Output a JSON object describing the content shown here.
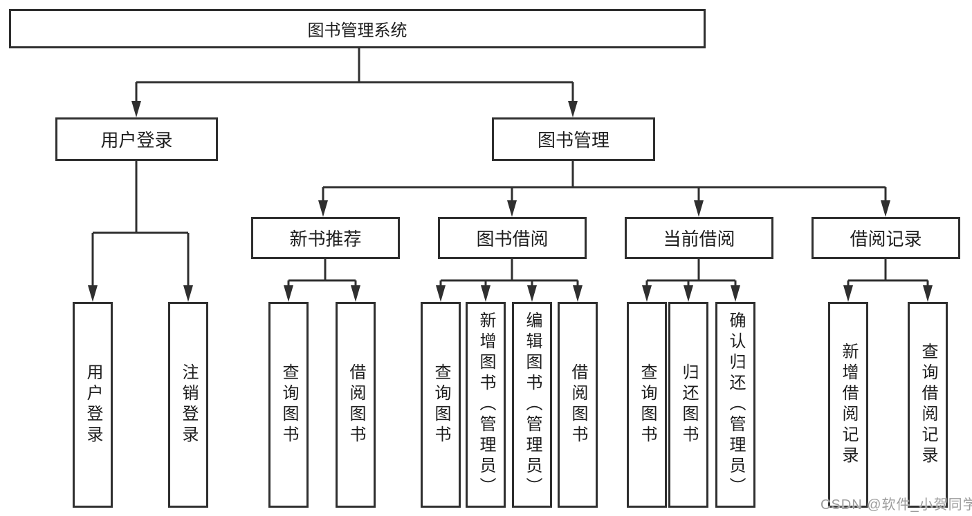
{
  "diagram": {
    "root": {
      "label": "图书管理系统"
    },
    "branches": [
      {
        "label": "用户登录",
        "children": [
          {
            "label": "用户登录"
          },
          {
            "label": "注销登录"
          }
        ]
      },
      {
        "label": "图书管理",
        "children": [
          {
            "label": "新书推荐",
            "children": [
              {
                "label": "查询图书"
              },
              {
                "label": "借阅图书"
              }
            ]
          },
          {
            "label": "图书借阅",
            "children": [
              {
                "label": "查询图书"
              },
              {
                "label": "新增图书（管理员）"
              },
              {
                "label": "编辑图书（管理员）"
              },
              {
                "label": "借阅图书"
              }
            ]
          },
          {
            "label": "当前借阅",
            "children": [
              {
                "label": "查询图书"
              },
              {
                "label": "归还图书"
              },
              {
                "label": "确认归还（管理员）"
              }
            ]
          },
          {
            "label": "借阅记录",
            "children": [
              {
                "label": "新增借阅记录"
              },
              {
                "label": "查询借阅记录"
              }
            ]
          }
        ]
      }
    ],
    "colors": {
      "line": "#2f2f2f",
      "box_border": "#2f2f2f",
      "box_fill": "#ffffff",
      "text": "#1d1d1d",
      "watermark": "#9c9c9c"
    },
    "watermark": {
      "text": "CSDN @软件_小贺同学"
    }
  }
}
